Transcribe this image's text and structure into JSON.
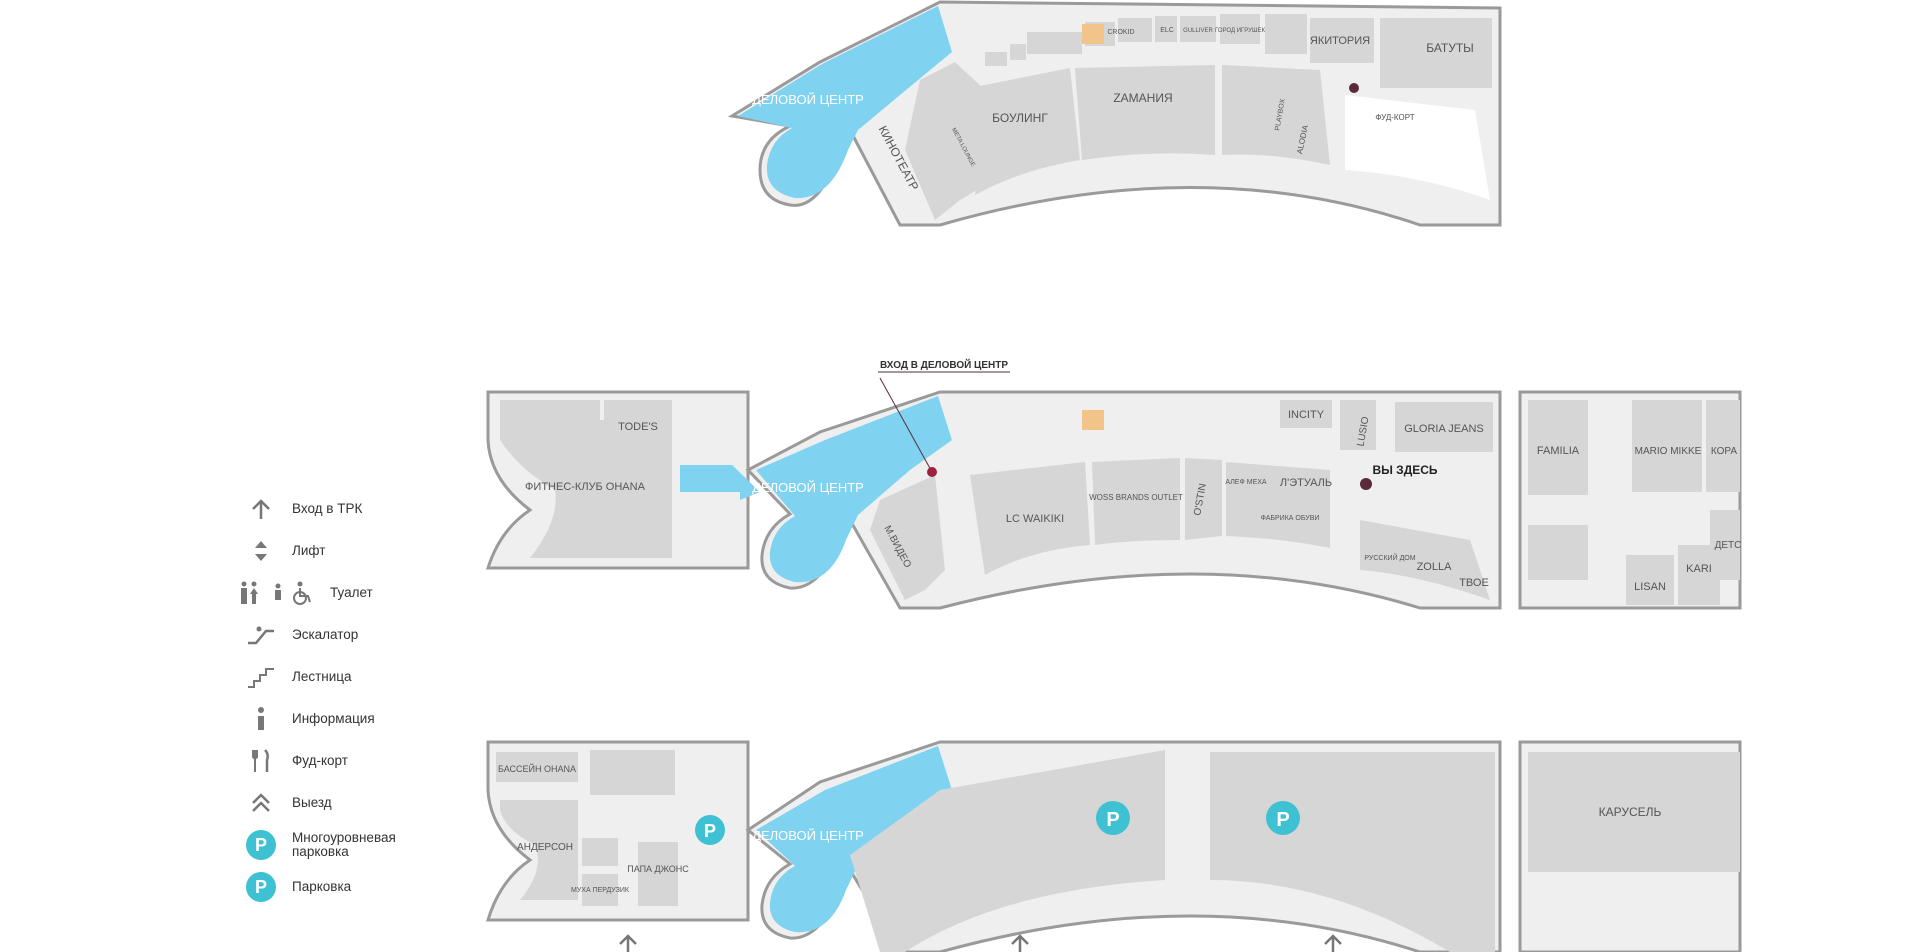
{
  "legend": {
    "entrance": "Вход в ТРК",
    "elevator": "Лифт",
    "toilet": "Туалет",
    "escalator": "Эскалатор",
    "stairs": "Лестница",
    "info": "Информация",
    "foodcourt": "Фуд-корт",
    "exit": "Выезд",
    "multilevel_parking": "Многоуровневая парковка",
    "parking": "Парковка",
    "parking_symbol": "P"
  },
  "colors": {
    "business_center": "#7fd3f0",
    "store": "#d6d6d6",
    "outline": "#9a9a9a",
    "parking_badge": "#3ec1d3",
    "toilet_badge": "#f3c48a",
    "you_are_here": "#a02040"
  },
  "floor3": {
    "business_center": "ДЕЛОВОЙ ЦЕНТР",
    "cinema": "КИНОТЕАТР",
    "bowling": "БОУЛИНГ",
    "zamania": "ZАМАНИЯ",
    "yakitoria": "ЯКИТОРИЯ",
    "batuty": "БАТУТЫ",
    "foodcourt": "ФУД-КОРТ",
    "crokid": "CROKID",
    "gorod": "ГОРОД ИГРУШЕК",
    "playbox": "PLAYBOX",
    "alodia": "ALODIA",
    "elc": "ELC",
    "gulliver": "GULLIVER",
    "meta_lounge": "META LOUNGE"
  },
  "floor2": {
    "entrance_bc": "ВХОД В ДЕЛОВОЙ ЦЕНТР",
    "business_center": "ДЕЛОВОЙ ЦЕНТР",
    "todes": "TODE'S",
    "fitness": "ФИТНЕС-КЛУБ OHANA",
    "mvideo": "М.ВИДЕО",
    "lcwaikiki": "LC WAIKIKI",
    "woss": "WOSS BRANDS OUTLET",
    "ostin": "O'STIN",
    "letual": "Л'ЭТУАЛЬ",
    "incity": "INCITY",
    "lusio": "LUSIO",
    "gloria": "GLORIA JEANS",
    "you_here": "ВЫ ЗДЕСЬ",
    "rusdom": "РУССКИЙ ДОМ",
    "zolla": "ZOLLA",
    "tvoe": "ТВОЕ",
    "familia": "FAMILIA",
    "mario": "MARIO MIKKE",
    "kora": "КОРА",
    "lisan": "LISAN",
    "kari": "KARI",
    "deti": "ДЕТС",
    "fabrika": "ФАБРИКА ОБУВИ",
    "alef": "АЛЕФ МЕХА"
  },
  "floor1": {
    "pool": "БАССЕЙН OHANA",
    "andersen": "АНДЕРСОН",
    "papa": "ПАПА ДЖОНС",
    "mukha": "МУХА ПЕРДУЗИК",
    "business_center": "ДЕЛОВОЙ ЦЕНТР",
    "karusel": "КАРУСЕЛЬ",
    "parking_symbol": "P"
  }
}
